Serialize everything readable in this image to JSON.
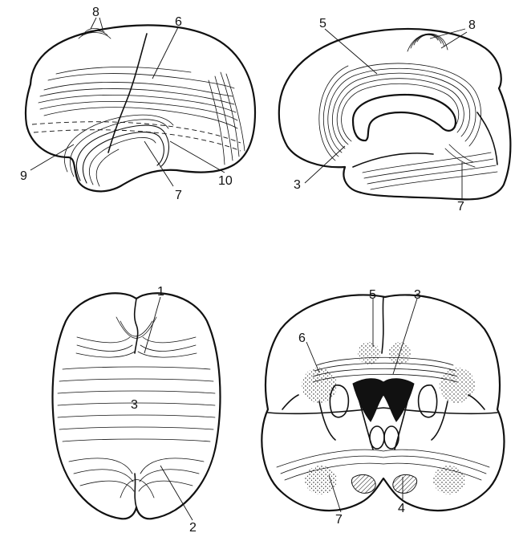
{
  "panels": {
    "lateral_view": {
      "labels": [
        "8",
        "6",
        "9",
        "7",
        "10"
      ]
    },
    "medial_view": {
      "labels": [
        "5",
        "8",
        "3",
        "7"
      ]
    },
    "superior_view": {
      "labels": [
        "1",
        "3",
        "2"
      ]
    },
    "coronal_section": {
      "labels": [
        "5",
        "3",
        "6",
        "7",
        "4"
      ]
    }
  },
  "colors": {
    "ink": "#111111",
    "background": "#ffffff"
  }
}
